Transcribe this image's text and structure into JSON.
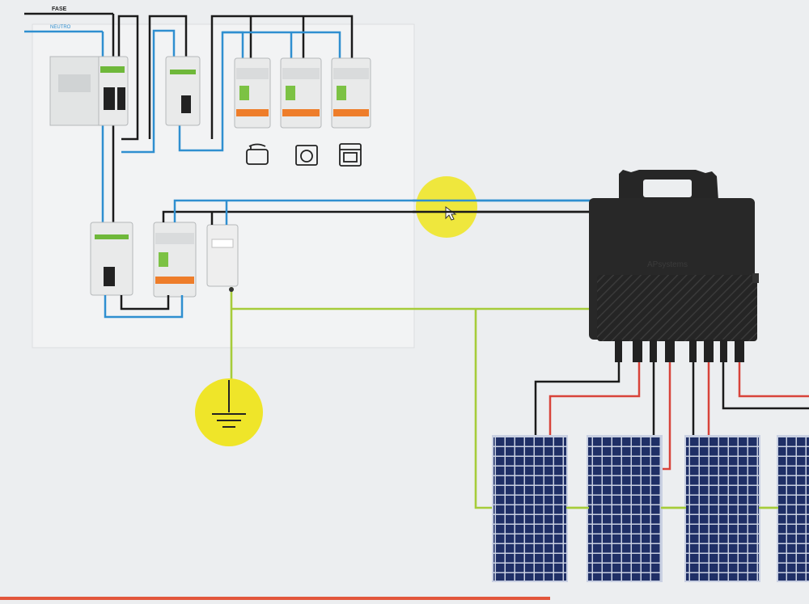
{
  "labels": {
    "phase": "FASE",
    "neutral": "NEUTRO"
  },
  "colors": {
    "background": "#eceef0",
    "panel_bg": "#f4f5f6",
    "phase_wire": "#1a1a1a",
    "neutral_wire": "#2f8fd0",
    "earth_wire": "#a6cc3a",
    "dc_positive": "#d8433a",
    "highlight": "#efe529",
    "breaker_body": "#e9eaea",
    "breaker_accent": "#ee7d2a",
    "inverter": "#262626",
    "solar_cell": "#1f2f66"
  },
  "icons": [
    "kettle-icon",
    "washing-machine-icon",
    "oven-icon",
    "earth-ground-icon",
    "mouse-cursor-icon"
  ],
  "inverter_brand": "APsystems"
}
